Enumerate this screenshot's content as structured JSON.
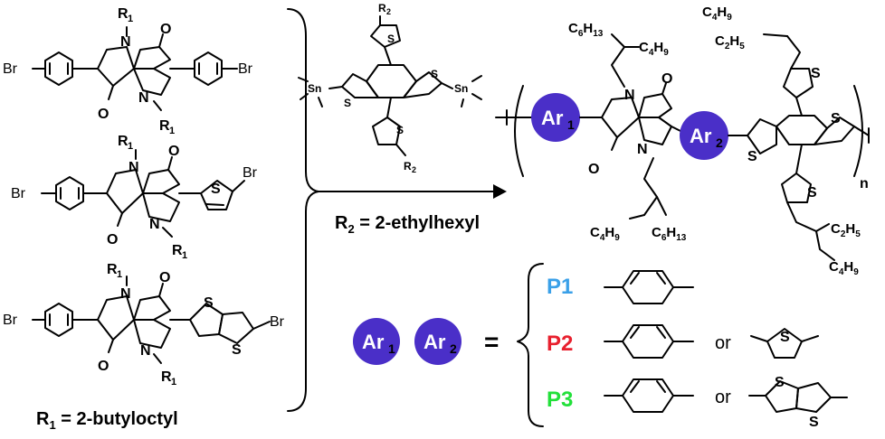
{
  "labels": {
    "r1_note": "R",
    "r1_note_sub": "1",
    "r1_note_rest": " = 2-butyloctyl",
    "r2_note": "R",
    "r2_note_sub": "2",
    "r2_note_rest": " = 2-ethylhexyl",
    "br": "Br",
    "s": "S",
    "sn": "Sn",
    "o": "O",
    "n": "N",
    "r": "R",
    "one": "1",
    "two": "2",
    "poly_n": "n",
    "c6h13_c": "C",
    "c6h13_a": "6",
    "c6h13_h": "H",
    "c6h13_b": "13",
    "c4h9_c": "C",
    "c4h9_a": "4",
    "c4h9_h": "H",
    "c4h9_b": "9",
    "c2h5_c": "C",
    "c2h5_a": "2",
    "c2h5_h": "H",
    "c2h5_b": "5",
    "ar": "Ar",
    "equals": "=",
    "or": "or"
  },
  "polymers": [
    {
      "name": "P1",
      "color": "#3aa0e8"
    },
    {
      "name": "P2",
      "color": "#e8202e"
    },
    {
      "name": "P3",
      "color": "#22e03a"
    }
  ],
  "colors": {
    "benzene_fill": "#b8d8f5",
    "thiophene_fill": "#eab3b3",
    "ar_circle": "#4a2fc8"
  }
}
